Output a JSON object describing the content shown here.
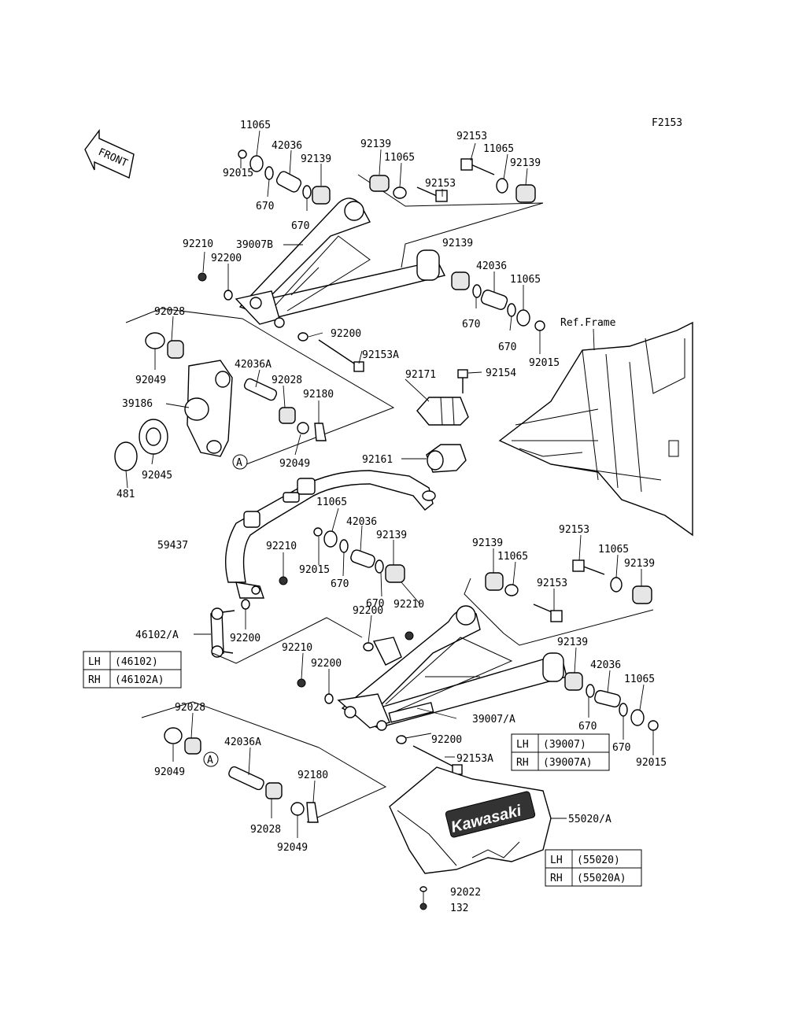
{
  "figure_code": "F2153",
  "front_arrow_text": "FRONT",
  "ref_frame": "Ref.Frame",
  "brand_text": "Kawasaki",
  "circle_ref": "A",
  "labels": {
    "p11065_a": "11065",
    "p42036_a": "42036",
    "p92139_a": "92139",
    "p92015_a": "92015",
    "p670_a": "670",
    "p670_b": "670",
    "p92139_b": "92139",
    "p11065_b": "11065",
    "p92153_a": "92153",
    "p11065_c": "11065",
    "p92139_c": "92139",
    "p92153_b": "92153",
    "p92210_a": "92210",
    "p39007b": "39007B",
    "p92200_a": "92200",
    "p92139_d": "92139",
    "p42036_b": "42036",
    "p11065_d": "11065",
    "p670_c": "670",
    "p670_d": "670",
    "p92015_b": "92015",
    "p92200_b": "92200",
    "p92153a_a": "92153A",
    "p92028_a": "92028",
    "p92049_a": "92049",
    "p42036a_a": "42036A",
    "p92028_b": "92028",
    "p92180_a": "92180",
    "p39186": "39186",
    "p92049_b": "92049",
    "p92045": "92045",
    "p481": "481",
    "p92171": "92171",
    "p92154": "92154",
    "p92161": "92161",
    "p59437": "59437",
    "p11065_e": "11065",
    "p42036_c": "42036",
    "p92139_e": "92139",
    "p92210_b": "92210",
    "p92015_c": "92015",
    "p670_e": "670",
    "p670_f": "670",
    "p92210_c": "92210",
    "p92200_c": "92200",
    "p46102": "46102/A",
    "p92200_d": "92200",
    "p92153_c": "92153",
    "p11065_f": "11065",
    "p92139_f": "92139",
    "p92139_g": "92139",
    "p11065_g": "11065",
    "p92153_d": "92153",
    "p92210_d": "92210",
    "p92200_e": "92200",
    "p92139_h": "92139",
    "p42036_d": "42036",
    "p11065_h": "11065",
    "p39007a": "39007/A",
    "p670_g": "670",
    "p670_h": "670",
    "p92015_d": "92015",
    "p92200_f": "92200",
    "p92153a_b": "92153A",
    "p92028_c": "92028",
    "p92049_c": "92049",
    "p42036a_b": "42036A",
    "p92180_b": "92180",
    "p92028_d": "92028",
    "p92049_d": "92049",
    "p55020": "55020/A",
    "p92022": "92022",
    "p132": "132"
  },
  "tables": {
    "tie_rod": [
      {
        "side": "LH",
        "part": "(46102)"
      },
      {
        "side": "RH",
        "part": "(46102A)"
      }
    ],
    "arm": [
      {
        "side": "LH",
        "part": "(39007)"
      },
      {
        "side": "RH",
        "part": "(39007A)"
      }
    ],
    "guard": [
      {
        "side": "LH",
        "part": "(55020)"
      },
      {
        "side": "RH",
        "part": "(55020A)"
      }
    ]
  }
}
